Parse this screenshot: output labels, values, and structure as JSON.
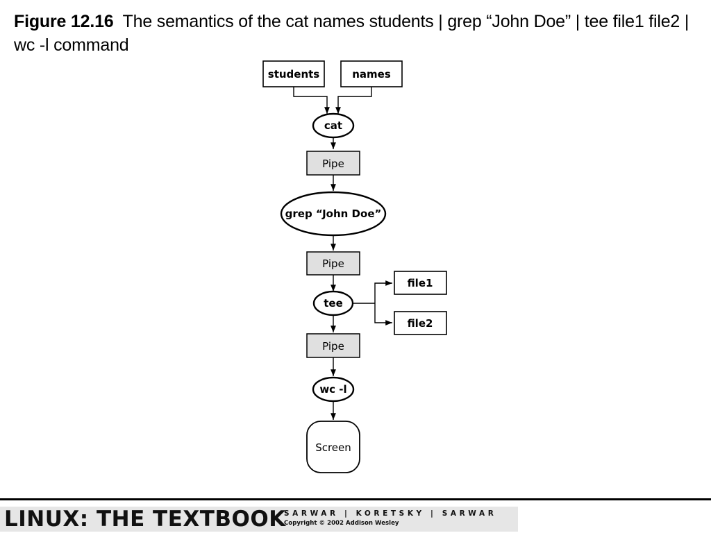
{
  "caption": {
    "label": "Figure 12.16",
    "text": "The semantics of the cat names students | grep “John Doe” | tee file1 file2 | wc -l command"
  },
  "diagram": {
    "nodes": {
      "students": "students",
      "names": "names",
      "cat": "cat",
      "pipe1": "Pipe",
      "grep": "grep “John Doe”",
      "pipe2": "Pipe",
      "tee": "tee",
      "file1": "file1",
      "file2": "file2",
      "pipe3": "Pipe",
      "wc": "wc -l",
      "screen": "Screen"
    },
    "colors": {
      "pipe_fill": "#e0e0e0",
      "stroke": "#000000"
    }
  },
  "footer": {
    "title": "LINUX: THE TEXTBOOK",
    "authors": "SARWAR | KORETSKY | SARWAR",
    "copyright": "Copyright © 2002 Addison Wesley"
  }
}
